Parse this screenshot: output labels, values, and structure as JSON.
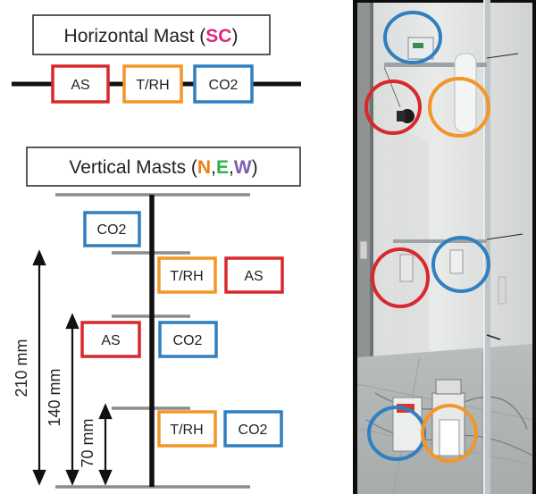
{
  "horizontal_mast": {
    "title_prefix": "Horizontal Mast (",
    "title_code": "SC",
    "title_suffix": ")",
    "sensors": [
      "AS",
      "T/RH",
      "CO2"
    ]
  },
  "vertical_masts": {
    "title_prefix": "Vertical Masts (",
    "codes": [
      "N",
      "E",
      "W"
    ],
    "separator": ",",
    "title_suffix": ")",
    "levels": {
      "top": [
        "CO2"
      ],
      "upper": [
        "T/RH",
        "AS"
      ],
      "middle": [
        "AS",
        "CO2"
      ],
      "lower": [
        "T/RH",
        "CO2"
      ]
    },
    "dimensions": [
      "210 mm",
      "140 mm",
      "70 mm"
    ]
  },
  "colors": {
    "AS": "#d8282e",
    "T/RH": "#f39527",
    "CO2": "#2f7fc1",
    "SC": "#e0257e",
    "N": "#f07d1a",
    "E": "#2bb24c",
    "W": "#7a5fb0",
    "mast": "#111111",
    "arm": "#8c8c8c"
  },
  "photo": {
    "circles": [
      "CO2",
      "AS",
      "T/RH",
      "AS",
      "CO2",
      "CO2",
      "T/RH"
    ]
  }
}
